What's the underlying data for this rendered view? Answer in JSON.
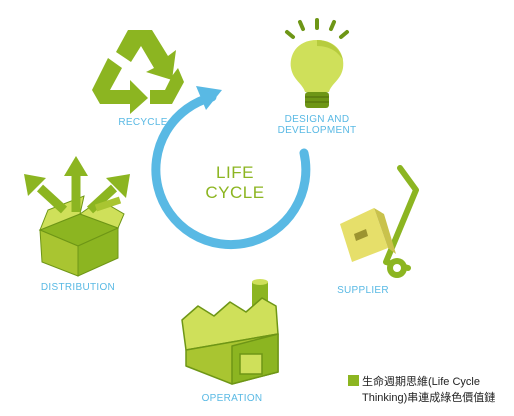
{
  "center": {
    "line1": "LIFE",
    "line2": "CYCLE"
  },
  "stages": {
    "recycle": "RECYCLE",
    "design_line1": "DESIGN AND",
    "design_line2": "DEVELOPMENT",
    "supplier": "SUPPLIER",
    "operation": "OPERATION",
    "distribution": "DISTRIBUTION"
  },
  "legend": {
    "line1": "生命週期思維(Life Cycle",
    "line2": "Thinking)串連成綠色價值鏈"
  },
  "colors": {
    "green": "#8cb521",
    "dark_green": "#6e9616",
    "light_green": "#cfe05a",
    "blue": "#59b9e4",
    "box_yellow": "#e6df6a"
  },
  "icons": [
    "recycle-icon",
    "lightbulb-icon",
    "hand-truck-icon",
    "factory-icon",
    "box-arrows-icon"
  ]
}
